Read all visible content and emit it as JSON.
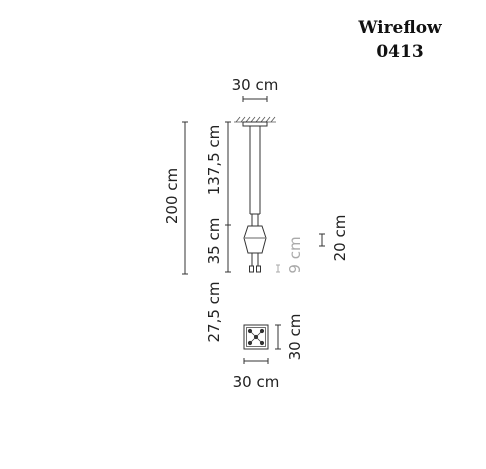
{
  "title": {
    "name": "Wireflow",
    "code": "0413"
  },
  "dimensions": {
    "canopy_width": "30 cm",
    "total_height": "200 cm",
    "cable_length": "137,5 cm",
    "lower_section": "35 cm",
    "shade_height": "20 cm",
    "pendant_drop": "9 cm",
    "top_view_offset": "27,5 cm",
    "top_view_depth": "30 cm",
    "top_view_width": "30 cm"
  },
  "colors": {
    "line": "#333333",
    "muted": "#aaaaaa",
    "hatch": "#555555"
  }
}
